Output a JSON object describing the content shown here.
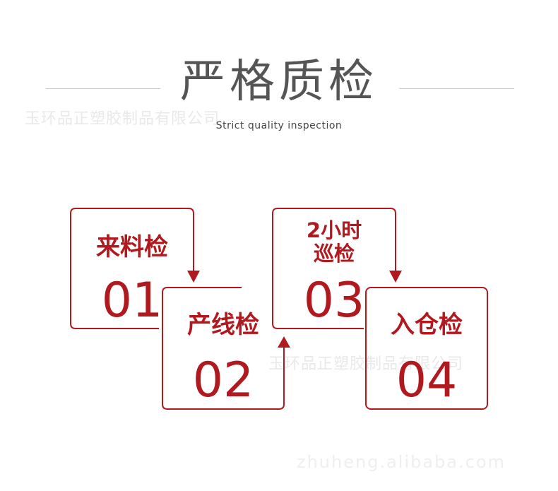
{
  "header": {
    "title": "严格质检",
    "subtitle": "Strict quality inspection"
  },
  "watermarks": {
    "company": "玉环品正塑胶制品有限公司",
    "url": "zhuheng.alibaba.com"
  },
  "steps": [
    {
      "label": "来料检",
      "number": "01"
    },
    {
      "label": "产线检",
      "number": "02"
    },
    {
      "label_line1": "2小时",
      "label_line2": "巡检",
      "number": "03"
    },
    {
      "label": "入仓检",
      "number": "04"
    }
  ],
  "colors": {
    "accent": "#b0191e",
    "title": "#555555",
    "rule": "#c8c8c8"
  }
}
